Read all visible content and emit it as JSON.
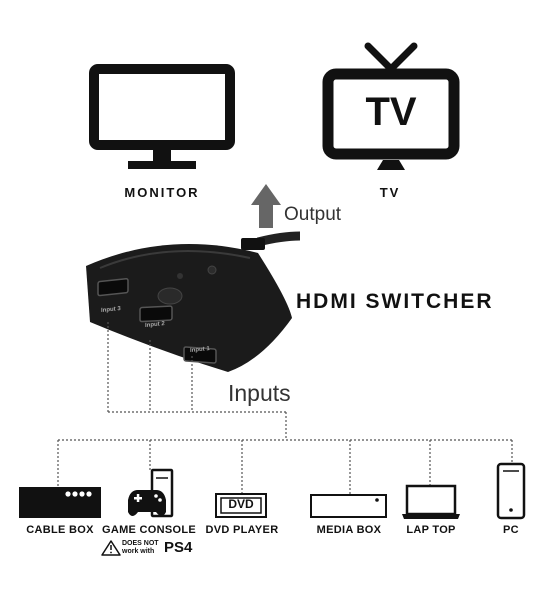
{
  "outputs": {
    "label": "Output",
    "monitor": "MONITOR",
    "tv": "TV",
    "tv_screen_text": "TV"
  },
  "switcher": {
    "title": "HDMI  SWITCHER",
    "ports": [
      "Input 3",
      "Input 2",
      "Input 1"
    ]
  },
  "inputs": {
    "label": "Inputs",
    "devices": [
      "CABLE BOX",
      "GAME CONSOLE",
      "DVD PLAYER",
      "MEDIA BOX",
      "LAP TOP",
      "PC"
    ],
    "dvd_logo": "DVD",
    "warning_line1": "DOES NOT",
    "warning_line2": "work with",
    "warning_brand": "PS4"
  }
}
